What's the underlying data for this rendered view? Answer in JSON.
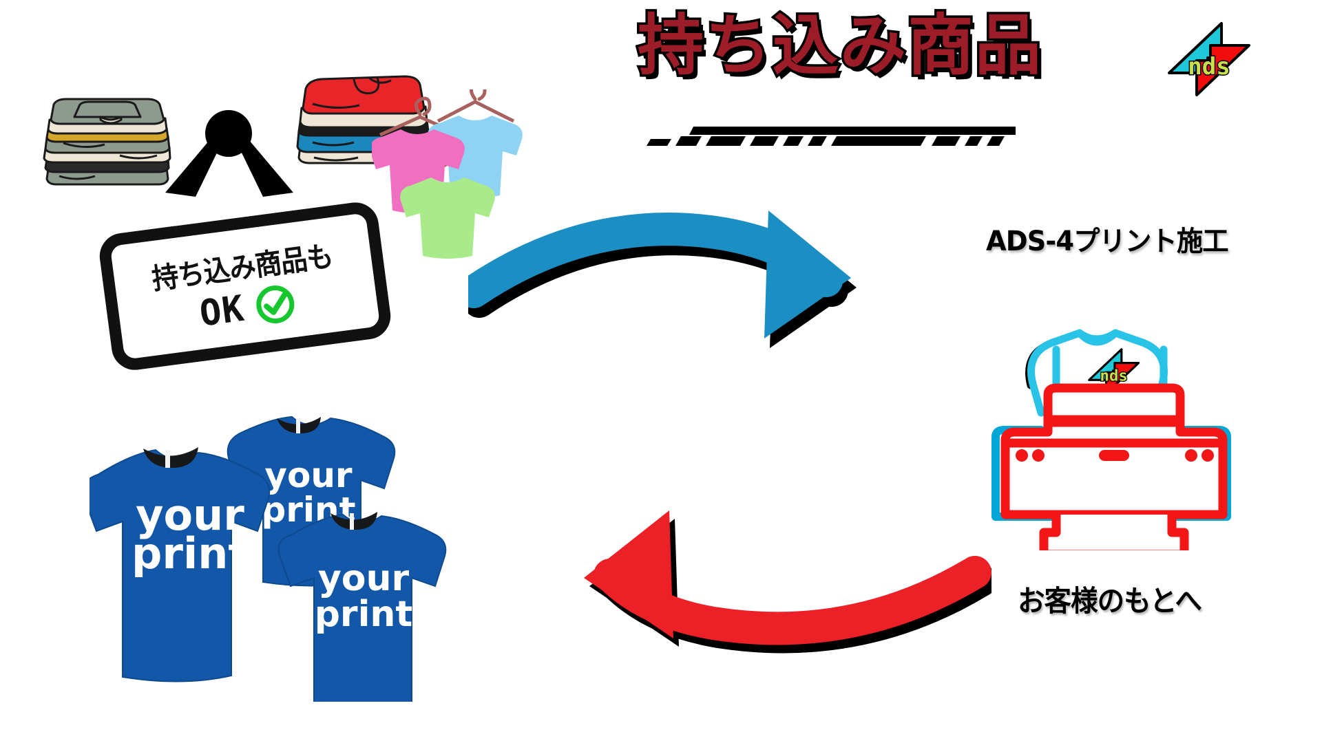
{
  "page": {
    "background_color": "#ffffff",
    "language": "ja"
  },
  "header": {
    "title": "持ち込み商品",
    "title_color": "#9c1c28",
    "title_outline_color": "#000000",
    "decoration": "speed-lines"
  },
  "brand": {
    "logo_text": "nds",
    "logo_shape": "lightning-bolt",
    "logo_top_color": "#1ec8d8",
    "logo_bottom_color": "#f20d0d",
    "logo_text_color": "#c9e04a"
  },
  "sign": {
    "line1": "持ち込み商品も",
    "line2": "OK",
    "check_color": "#16c72e",
    "border_color": "#111111"
  },
  "steps": {
    "print": {
      "label": "ADS-4プリント施工",
      "shirt_color": "#29c3e8",
      "printer_color": "#f21616"
    },
    "deliver": {
      "label": "お客様のもとへ"
    }
  },
  "arrows": [
    {
      "name": "to-print",
      "direction": "right",
      "color": "#1b8fc4"
    },
    {
      "name": "to-customer",
      "direction": "left",
      "color": "#ec2027"
    }
  ],
  "tees": {
    "print_line1": "your",
    "print_line2": "print",
    "body_color": "#1257a8",
    "collar_color": "#17181a",
    "text_color": "#ffffff",
    "count": 3
  },
  "clothes": {
    "stack_left_colors": [
      "#8d9a8d",
      "#efe7d6",
      "#d4a72c",
      "#8d9a8d",
      "#efe7d6",
      "#2b2b2b",
      "#8d9a8d"
    ],
    "stack_right_colors": [
      "#e8262a",
      "#efe7d6",
      "#1a1a1a",
      "#1a87bd",
      "#efe7d6"
    ],
    "hanging_colors": [
      "#f06fc0",
      "#8fd3f4",
      "#a9ea8b"
    ],
    "hanger_color": "#a9615f"
  }
}
